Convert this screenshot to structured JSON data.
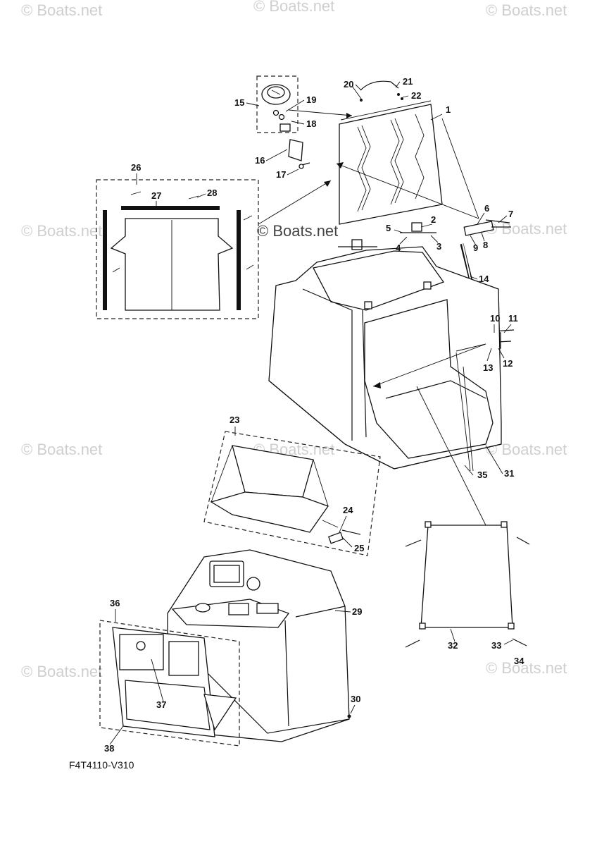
{
  "watermark": {
    "text": "© Boats.net"
  },
  "diagram_code": "F4T4110-V310",
  "callouts": {
    "c1": "1",
    "c2": "2",
    "c3": "3",
    "c4": "4",
    "c5": "5",
    "c6": "6",
    "c7": "7",
    "c8": "8",
    "c9": "9",
    "c10": "10",
    "c11": "11",
    "c12": "12",
    "c13": "13",
    "c14": "14",
    "c15": "15",
    "c16": "16",
    "c17": "17",
    "c18": "18",
    "c19": "19",
    "c20": "20",
    "c21": "21",
    "c22": "22",
    "c23": "23",
    "c24": "24",
    "c25": "25",
    "c26": "26",
    "c27": "27",
    "c28": "28",
    "c29": "29",
    "c30": "30",
    "c31": "31",
    "c32": "32",
    "c33": "33",
    "c34": "34",
    "c35": "35",
    "c36": "36",
    "c37": "37",
    "c38": "38"
  }
}
